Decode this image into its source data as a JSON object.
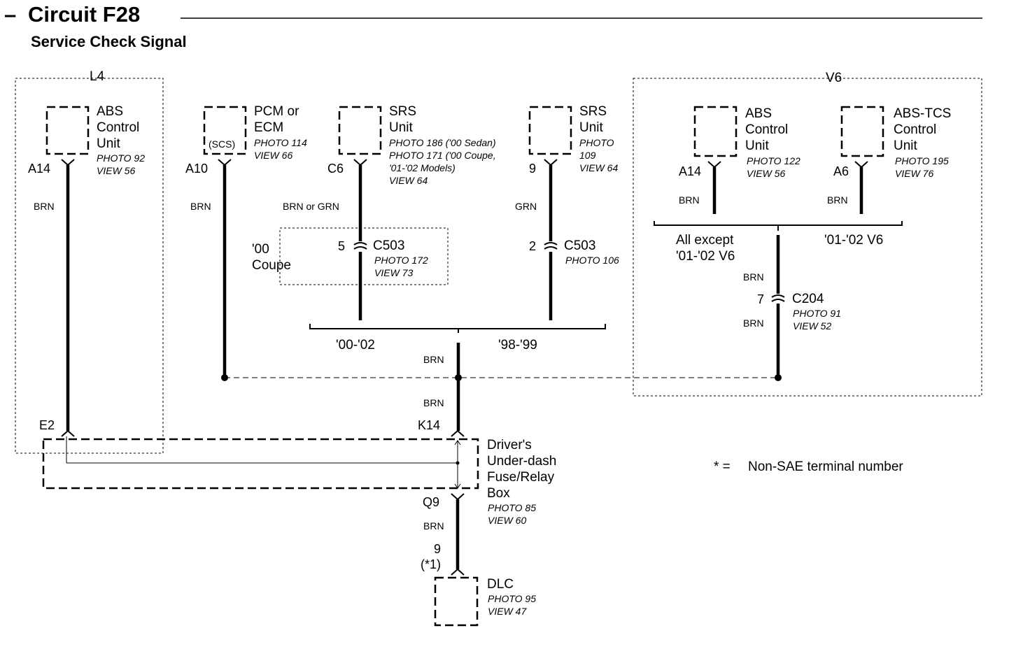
{
  "header": {
    "title": "Circuit F28",
    "subtitle": "Service Check Signal"
  },
  "groups": {
    "l4": "L4",
    "v6": "V6",
    "coupe00": [
      "'00",
      "Coupe"
    ],
    "range_00_02": "'00-'02",
    "range_98_99": "'98-'99",
    "all_except": [
      "All except",
      "'01-'02 V6"
    ],
    "v6_0102": "'01-'02 V6"
  },
  "components": {
    "abs_l4": {
      "name": [
        "ABS",
        "Control",
        "Unit"
      ],
      "photo": [
        "PHOTO 92",
        "VIEW 56"
      ],
      "terminal": "A14",
      "wire": "BRN"
    },
    "pcm": {
      "name": [
        "PCM or",
        "ECM"
      ],
      "inner": "(SCS)",
      "photo": [
        "PHOTO 114",
        "VIEW 66"
      ],
      "terminal": "A10",
      "wire": "BRN"
    },
    "srs1": {
      "name": [
        "SRS",
        "Unit"
      ],
      "photo": [
        "PHOTO 186 ('00 Sedan)",
        "PHOTO 171 ('00 Coupe,",
        "'01-'02 Models)",
        "VIEW 64"
      ],
      "terminal": "C6",
      "wire": "BRN or GRN"
    },
    "srs2": {
      "name": [
        "SRS",
        "Unit"
      ],
      "photo": [
        "PHOTO",
        "109",
        "VIEW 64"
      ],
      "terminal": "9",
      "wire": "GRN"
    },
    "abs_v6": {
      "name": [
        "ABS",
        "Control",
        "Unit"
      ],
      "photo": [
        "PHOTO 122",
        "VIEW 56"
      ],
      "terminal": "A14",
      "wire": "BRN"
    },
    "abstcs": {
      "name": [
        "ABS-TCS",
        "Control",
        "Unit"
      ],
      "photo": [
        "PHOTO 195",
        "VIEW 76"
      ],
      "terminal": "A6",
      "wire": "BRN"
    },
    "fuse_box": {
      "name": [
        "Driver's",
        "Under-dash",
        "Fuse/Relay",
        "Box"
      ],
      "photo": [
        "PHOTO 85",
        "VIEW 60"
      ],
      "term_e2": "E2",
      "term_k14": "K14",
      "term_q9": "Q9"
    },
    "dlc": {
      "name": "DLC",
      "photo": [
        "PHOTO 95",
        "VIEW 47"
      ],
      "terminal": [
        "9",
        "(*1)"
      ]
    }
  },
  "connectors": {
    "c503a": {
      "id": "C503",
      "pin": "5",
      "photo": [
        "PHOTO 172",
        "VIEW 73"
      ]
    },
    "c503b": {
      "id": "C503",
      "pin": "2",
      "photo": [
        "PHOTO 106"
      ]
    },
    "c204": {
      "id": "C204",
      "pin": "7",
      "photo": [
        "PHOTO 91",
        "VIEW 52"
      ],
      "wire_top": "BRN",
      "wire_bottom": "BRN"
    }
  },
  "wires": {
    "main_brn": "BRN",
    "k14_brn": "BRN",
    "q9_brn": "BRN"
  },
  "note": {
    "symbol": "* =",
    "text": "Non-SAE terminal number"
  }
}
